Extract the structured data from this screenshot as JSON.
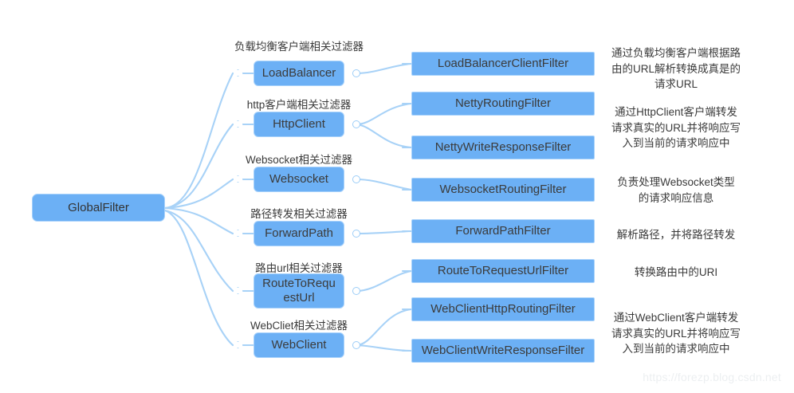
{
  "diagram": {
    "title": "GlobalFilter",
    "watermark": "https://forezp.blog.csdn.net",
    "colors": {
      "node_fill": "#6cb0f5",
      "node_border": "#a8d2fb",
      "wire": "#a8d2f7",
      "text": "#3a3a3a",
      "background": "#ffffff",
      "watermark": "#eceff1"
    }
  },
  "root": {
    "label": "GlobalFilter"
  },
  "branches": [
    {
      "caption": "负载均衡客户端相关过滤器",
      "label": "LoadBalancer",
      "leaves": [
        {
          "label": "LoadBalancerClientFilter"
        }
      ],
      "description": "通过负载均衡客户端根据路\n由的URL解析转换成真是的\n请求URL"
    },
    {
      "caption": "http客户端相关过滤器",
      "label": "HttpClient",
      "leaves": [
        {
          "label": "NettyRoutingFilter"
        },
        {
          "label": "NettyWriteResponseFilter"
        }
      ],
      "description": "通过HttpClient客户端转发\n请求真实的URL并将响应写\n入到当前的请求响应中"
    },
    {
      "caption": "Websocket相关过滤器",
      "label": "Websocket",
      "leaves": [
        {
          "label": "WebsocketRoutingFilter"
        }
      ],
      "description": "负责处理Websocket类型\n的请求响应信息"
    },
    {
      "caption": "路径转发相关过滤器",
      "label": "ForwardPath",
      "leaves": [
        {
          "label": "ForwardPathFilter"
        }
      ],
      "description": "解析路径，并将路径转发"
    },
    {
      "caption": "路由url相关过滤器",
      "label": "RouteToRequ\nestUrl",
      "leaves": [
        {
          "label": "RouteToRequestUrlFilter"
        }
      ],
      "description": "转换路由中的URI"
    },
    {
      "caption": "WebCliet相关过滤器",
      "label": "WebClient",
      "leaves": [
        {
          "label": "WebClientHttpRoutingFilter"
        },
        {
          "label": "WebClientWriteResponseFilter"
        }
      ],
      "description": "通过WebClient客户端转发\n请求真实的URL并将响应写\n入到当前的请求响应中"
    }
  ]
}
